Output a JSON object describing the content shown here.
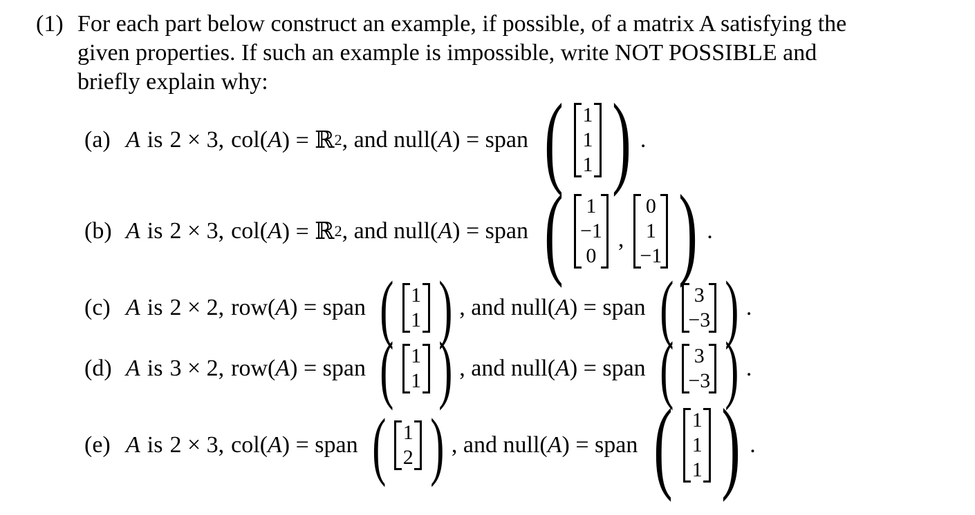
{
  "problem": {
    "number": "(1)",
    "lines": [
      "For each part below construct an example, if possible, of a matrix A satisfying the",
      "given properties. If such an example is impossible, write NOT POSSIBLE and",
      "briefly explain why:"
    ]
  },
  "parts": [
    {
      "label": "(a)",
      "A": "A",
      "is": "is",
      "dims": "2 × 3,",
      "space1": "col(",
      "space1_close": ") = ℝ",
      "sup": "2",
      "after1": ", and null(",
      "after1_close": ") = span",
      "vectors": [
        [
          "1",
          "1",
          "1"
        ]
      ],
      "end": "."
    },
    {
      "label": "(b)",
      "A": "A",
      "is": "is",
      "dims": "2 × 3,",
      "space1": "col(",
      "space1_close": ") = ℝ",
      "sup": "2",
      "after1": ", and null(",
      "after1_close": ") = span",
      "vectors": [
        [
          "1",
          "−1",
          "0"
        ],
        [
          "0",
          "1",
          "−1"
        ]
      ],
      "sep": ",",
      "end": "."
    },
    {
      "label": "(c)",
      "A": "A",
      "is": "is",
      "dims": "2 × 2,",
      "space1": "row(",
      "space1_close": ") = span",
      "vec1": [
        "1",
        "1"
      ],
      "after1": ", and null(",
      "after1_close": ") = span",
      "vec2": [
        "3",
        "−3"
      ],
      "end": "."
    },
    {
      "label": "(d)",
      "A": "A",
      "is": "is",
      "dims": "3 × 2,",
      "space1": "row(",
      "space1_close": ") = span",
      "vec1": [
        "1",
        "1"
      ],
      "after1": ", and null(",
      "after1_close": ") = span",
      "vec2": [
        "3",
        "−3"
      ],
      "end": "."
    },
    {
      "label": "(e)",
      "A": "A",
      "is": "is",
      "dims": "2 × 3,",
      "space1": "col(",
      "space1_close": ") = span",
      "vec1": [
        "1",
        "2"
      ],
      "after1": ", and null(",
      "after1_close": ") = span",
      "vec2": [
        "1",
        "1",
        "1"
      ],
      "end": "."
    }
  ]
}
